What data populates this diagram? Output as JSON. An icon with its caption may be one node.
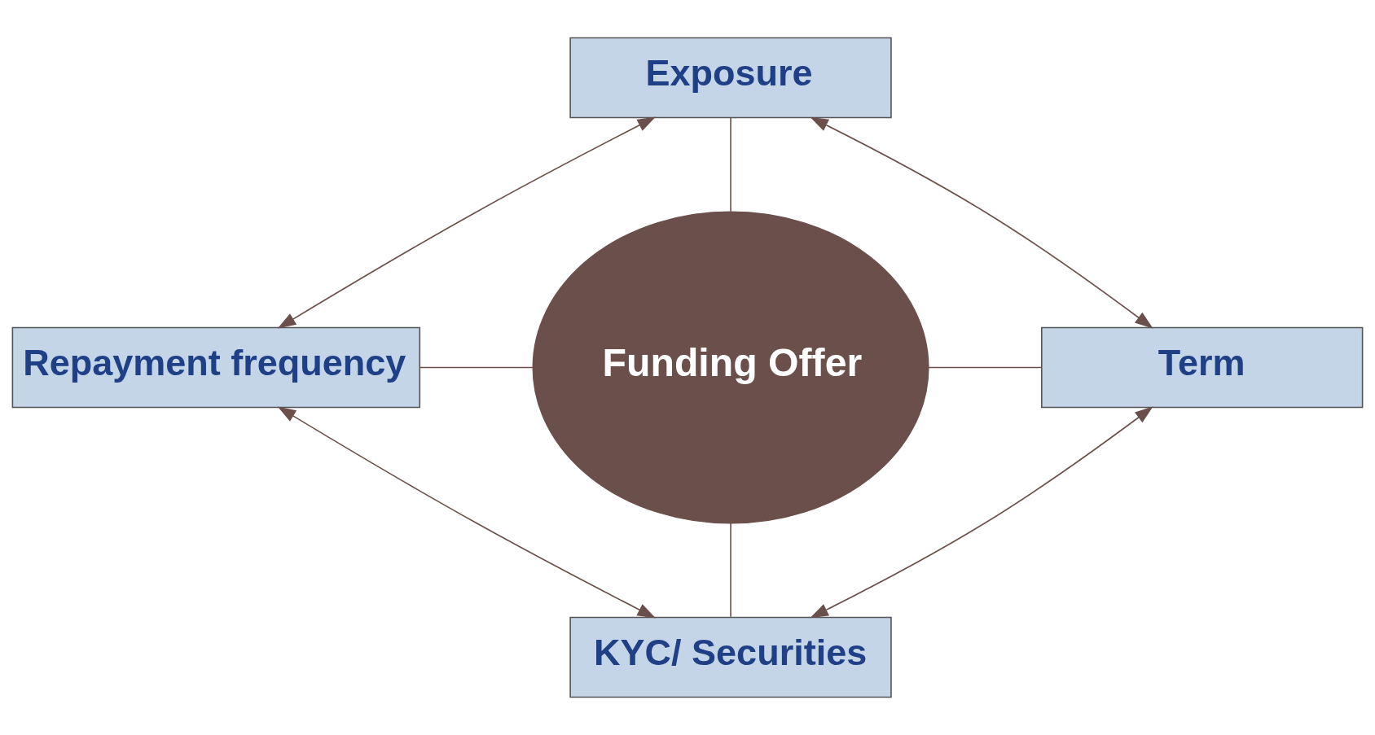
{
  "diagram": {
    "nodes": [
      {
        "text": [
          "Exposure"
        ]
      },
      {
        "text": [
          "Repayment frequency"
        ]
      },
      {
        "text": [
          "Funding Offer"
        ]
      },
      {
        "text": [
          "Term"
        ]
      },
      {
        "text": [
          "KYC/ Securities"
        ]
      }
    ],
    "edges": [
      {
        "from": 0,
        "to": 2,
        "arrow": "none"
      },
      {
        "from": 1,
        "to": 2,
        "arrow": "none"
      },
      {
        "from": 2,
        "to": 3,
        "arrow": "none"
      },
      {
        "from": 2,
        "to": 4,
        "arrow": "none"
      },
      {
        "from": 0,
        "to": 1,
        "arrow": "both"
      },
      {
        "from": 0,
        "to": 3,
        "arrow": "both"
      },
      {
        "from": 1,
        "to": 4,
        "arrow": "both"
      },
      {
        "from": 3,
        "to": 4,
        "arrow": "both"
      }
    ]
  }
}
